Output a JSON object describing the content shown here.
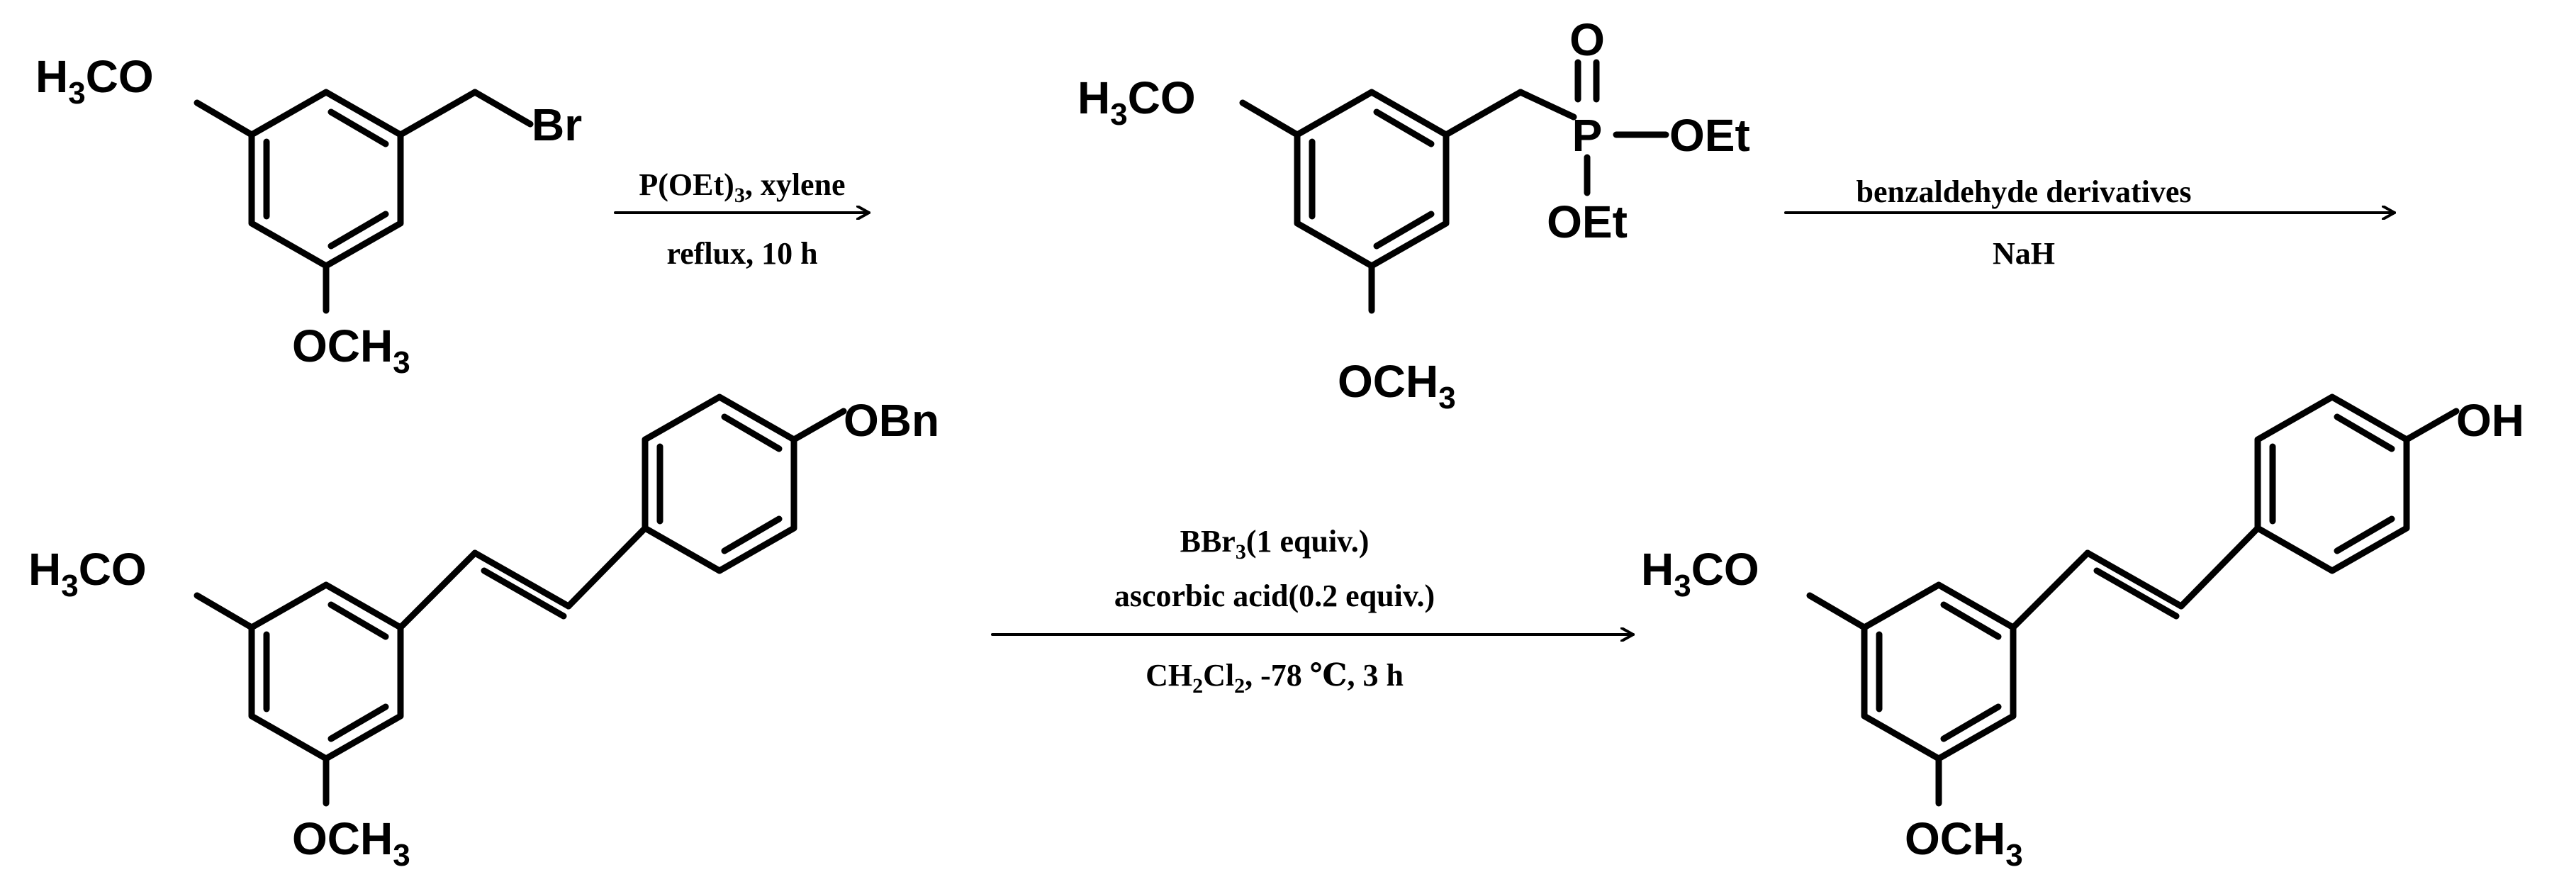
{
  "scheme": {
    "step1": {
      "reagents": {
        "main": "P(OEt)",
        "sub": "3",
        "rest": ", xylene"
      },
      "conditions": "reflux, 10 h"
    },
    "step2": {
      "reagents": "benzaldehyde derivatives",
      "conditions": "NaH"
    },
    "step3": {
      "reagent_line1": {
        "main": "BBr",
        "sub": "3",
        "rest": "(1 equiv.)"
      },
      "reagent_line2": "ascorbic acid(0.2 equiv.)",
      "conditions": {
        "a": "CH",
        "sub1": "2",
        "b": "Cl",
        "sub2": "2",
        "rest": ", -78 ℃, 3 h"
      }
    },
    "compound1": {
      "ome_top": {
        "a": "H",
        "sub": "3",
        "b": "CO"
      },
      "ome_bottom": {
        "a": "OCH",
        "sub": "3"
      },
      "br": "Br"
    },
    "compound2": {
      "ome_top": {
        "a": "H",
        "sub": "3",
        "b": "CO"
      },
      "ome_bottom": {
        "a": "OCH",
        "sub": "3"
      },
      "p": "P",
      "o": "O",
      "oet_right": "OEt",
      "oet_bottom": "OEt"
    },
    "compound3": {
      "ome_top": {
        "a": "H",
        "sub": "3",
        "b": "CO"
      },
      "ome_bottom": {
        "a": "OCH",
        "sub": "3"
      },
      "obn": "OBn"
    },
    "compound4": {
      "ome_top": {
        "a": "H",
        "sub": "3",
        "b": "CO"
      },
      "ome_bottom": {
        "a": "OCH",
        "sub": "3"
      },
      "oh": "OH"
    }
  }
}
